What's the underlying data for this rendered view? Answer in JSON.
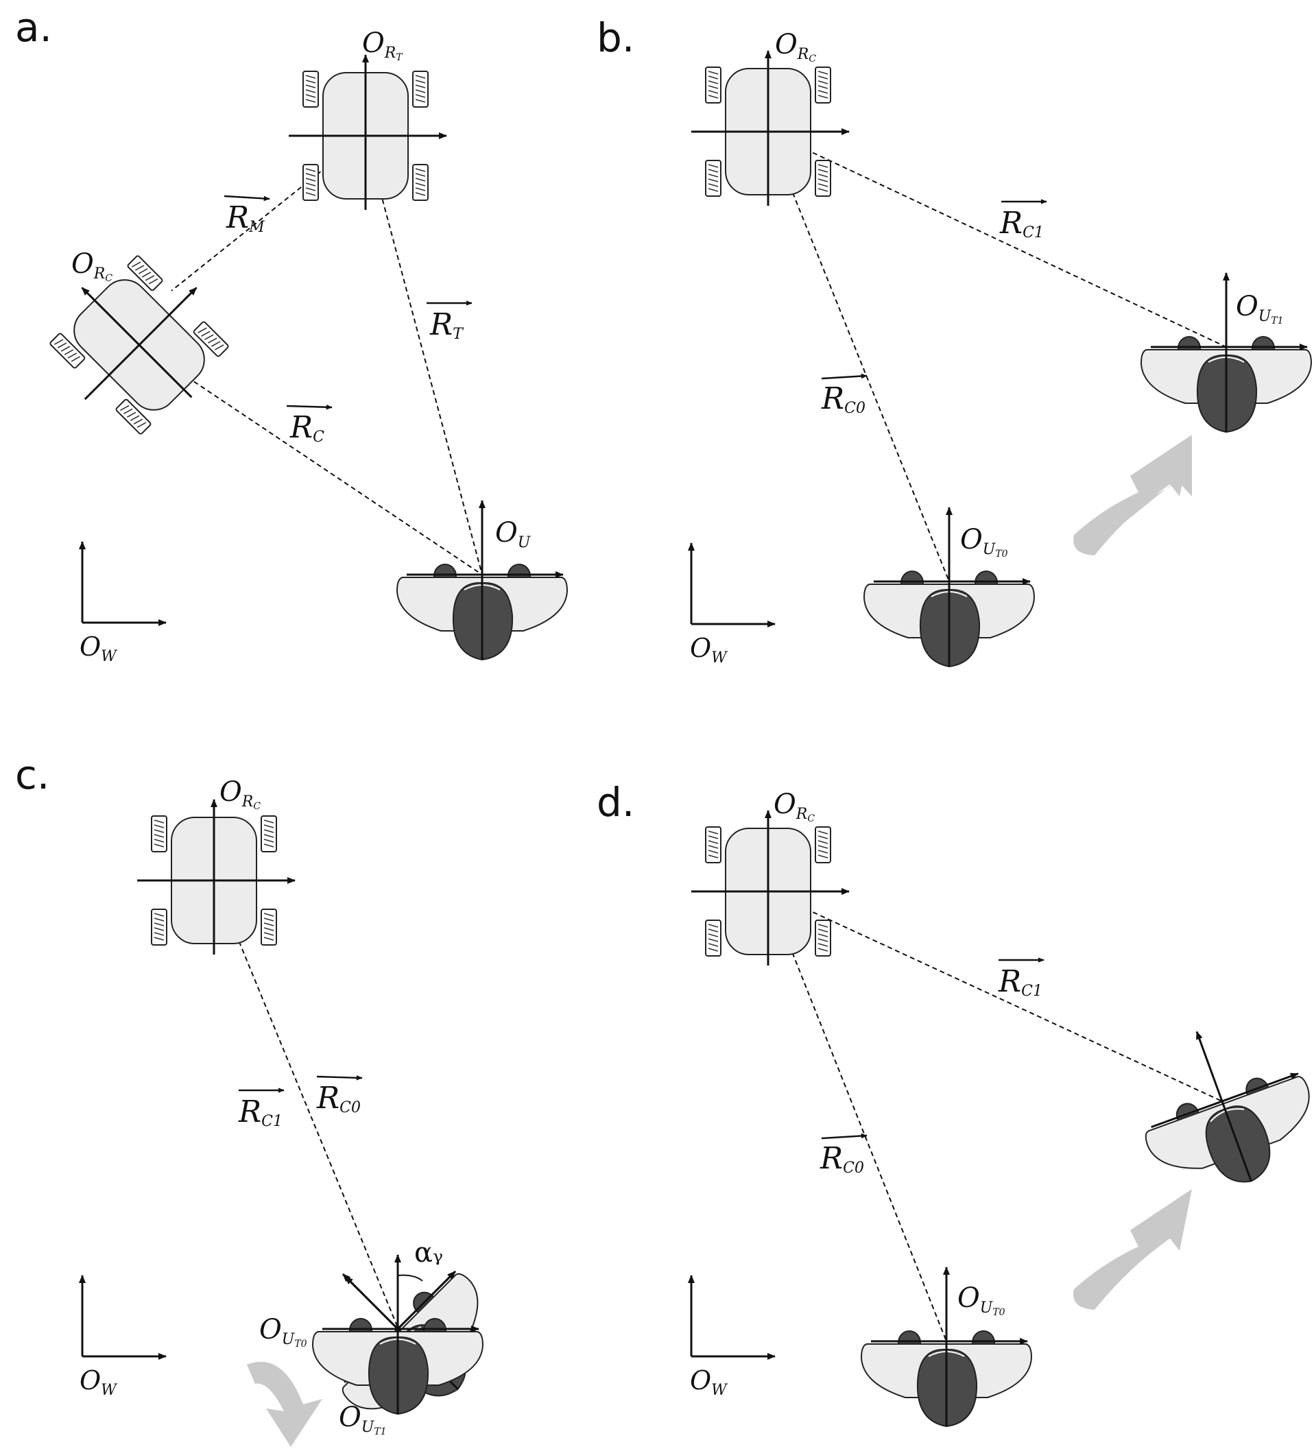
{
  "panels": [
    {
      "label": "a.",
      "world": {
        "main": "O",
        "sub": "W"
      },
      "robots": [
        {
          "name": "O",
          "sub": "R",
          "sub2": "T"
        },
        {
          "name": "O",
          "sub": "R",
          "sub2": "C"
        }
      ],
      "user": {
        "main": "O",
        "sub": "U"
      },
      "vectors": [
        {
          "main": "R",
          "sub": "M"
        },
        {
          "main": "R",
          "sub": "T"
        },
        {
          "main": "R",
          "sub": "C"
        }
      ]
    },
    {
      "label": "b.",
      "world": {
        "main": "O",
        "sub": "W"
      },
      "robot": {
        "main": "O",
        "sub": "R",
        "sub2": "C"
      },
      "user0": {
        "main": "O",
        "sub": "U",
        "sub2": "T0"
      },
      "user1": {
        "main": "O",
        "sub": "U",
        "sub2": "T1"
      },
      "vectors": [
        {
          "main": "R",
          "sub": "C1"
        },
        {
          "main": "R",
          "sub": "C0"
        }
      ]
    },
    {
      "label": "c.",
      "world": {
        "main": "O",
        "sub": "W"
      },
      "robot": {
        "main": "O",
        "sub": "R",
        "sub2": "C"
      },
      "user0": {
        "main": "O",
        "sub": "U",
        "sub2": "T0"
      },
      "user1": {
        "main": "O",
        "sub": "U",
        "sub2": "T1"
      },
      "angle": "αᵧ",
      "vectors": [
        {
          "main": "R",
          "sub": "C1"
        },
        {
          "main": "R",
          "sub": "C0"
        }
      ]
    },
    {
      "label": "d.",
      "world": {
        "main": "O",
        "sub": "W"
      },
      "robot": {
        "main": "O",
        "sub": "R",
        "sub2": "C"
      },
      "user0": {
        "main": "O",
        "sub": "U",
        "sub2": "T0"
      },
      "vectors": [
        {
          "main": "R",
          "sub": "C1"
        },
        {
          "main": "R",
          "sub": "C0"
        }
      ]
    }
  ]
}
